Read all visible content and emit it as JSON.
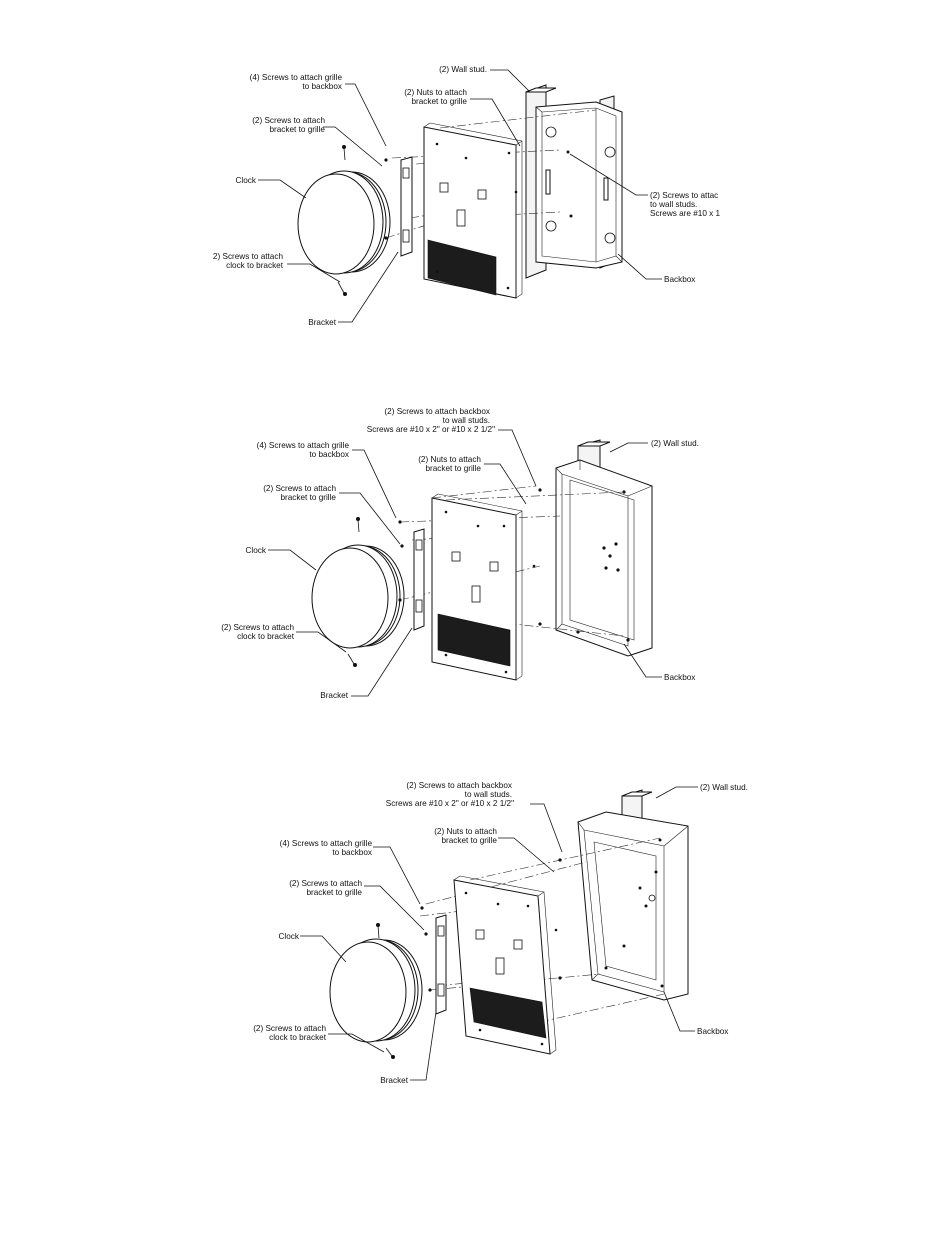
{
  "diagrams": [
    {
      "labels": {
        "wall_stud": "(2) Wall stud.",
        "screws_grille_backbox": [
          "(4) Screws to attach grille",
          "to backbox"
        ],
        "nuts_bracket_grille": [
          "(2) Nuts to attach",
          "bracket to grille"
        ],
        "screws_bracket_grille": [
          "(2) Screws to attach",
          "bracket to grille"
        ],
        "clock": "Clock",
        "screws_wall_studs": [
          "(2) Screws to attac",
          "to wall studs.",
          "Screws are #10 x 1"
        ],
        "screws_clock_bracket": [
          "2) Screws to attach",
          "clock to bracket"
        ],
        "backbox": "Backbox",
        "bracket": "Bracket"
      }
    },
    {
      "labels": {
        "screws_backbox_studs": [
          "(2) Screws to attach backbox",
          "to wall studs.",
          "Screws are #10 x 2\" or #10 x 2 1/2\""
        ],
        "wall_stud": "(2) Wall stud.",
        "screws_grille_backbox": [
          "(4) Screws to attach grille",
          "to backbox"
        ],
        "nuts_bracket_grille": [
          "(2) Nuts to attach",
          "bracket to grille"
        ],
        "screws_bracket_grille": [
          "(2) Screws to attach",
          "bracket to grille"
        ],
        "clock": "Clock",
        "screws_clock_bracket": [
          "(2) Screws to attach",
          "clock to bracket"
        ],
        "backbox": "Backbox",
        "bracket": "Bracket"
      }
    },
    {
      "labels": {
        "screws_backbox_studs": [
          "(2) Screws to attach backbox",
          "to wall studs.",
          "Screws are #10 x 2\" or #10 x 2 1/2\""
        ],
        "wall_stud": "(2) Wall stud.",
        "nuts_bracket_grille": [
          "(2) Nuts to attach",
          "bracket to grille"
        ],
        "screws_grille_backbox": [
          "(4) Screws to attach grille",
          "to backbox"
        ],
        "screws_bracket_grille": [
          "(2) Screws to attach",
          "bracket to grille"
        ],
        "clock": "Clock",
        "screws_clock_bracket": [
          "(2) Screws to attach",
          "clock to bracket"
        ],
        "backbox": "Backbox",
        "bracket": "Bracket"
      }
    }
  ]
}
